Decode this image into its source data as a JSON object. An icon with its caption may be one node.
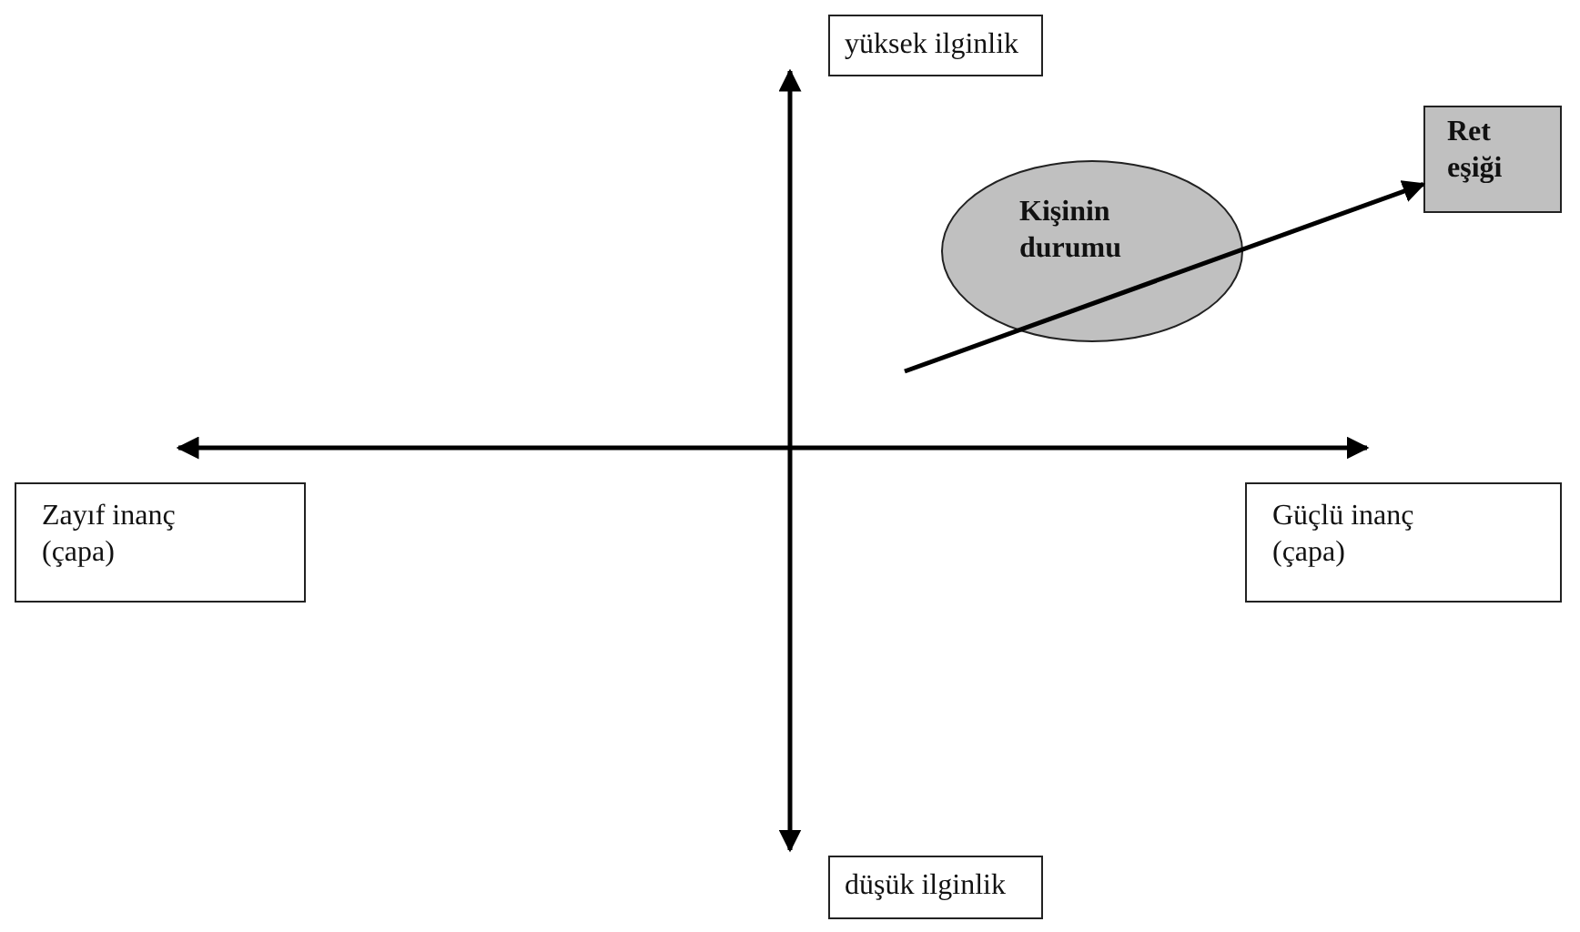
{
  "diagram": {
    "nodes": [
      {
        "text": [
          "yüksek ilginlik"
        ]
      },
      {
        "text": [
          "Ret eşiği"
        ]
      },
      {
        "text": [
          "Kişinin durumu"
        ]
      },
      {
        "text": [
          "Zayıf inanç (çapa)"
        ]
      },
      {
        "text": [
          "Güçlü inanç (çapa)"
        ]
      },
      {
        "text": [
          "düşük ilginlik"
        ]
      }
    ],
    "edges": [
      {
        "from": null,
        "to": 1,
        "arrow": "to"
      },
      {
        "from": 0,
        "to": 5,
        "arrow": "both"
      },
      {
        "from": 3,
        "to": 4,
        "arrow": "both"
      }
    ]
  }
}
